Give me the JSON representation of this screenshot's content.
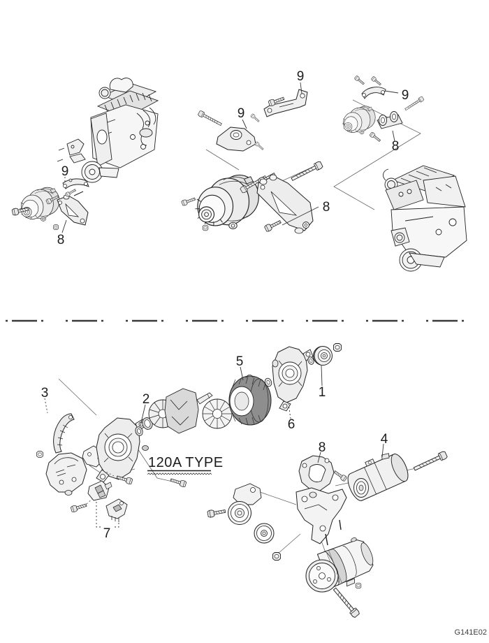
{
  "figure": {
    "background": "#ffffff",
    "ink": "#1c1c1c",
    "drawing_code": "G141E02",
    "type_label": "120A TYPE",
    "description": "Alternator mounting and exploded parts diagram"
  },
  "callouts": [
    {
      "label": "9"
    },
    {
      "label": "8"
    },
    {
      "label": "9"
    },
    {
      "label": "9"
    },
    {
      "label": "8"
    },
    {
      "label": "9"
    },
    {
      "label": "8"
    },
    {
      "label": "3"
    },
    {
      "label": "2"
    },
    {
      "label": "5"
    },
    {
      "label": "6"
    },
    {
      "label": "1"
    },
    {
      "label": "7"
    },
    {
      "label": "8"
    },
    {
      "label": "4"
    }
  ]
}
